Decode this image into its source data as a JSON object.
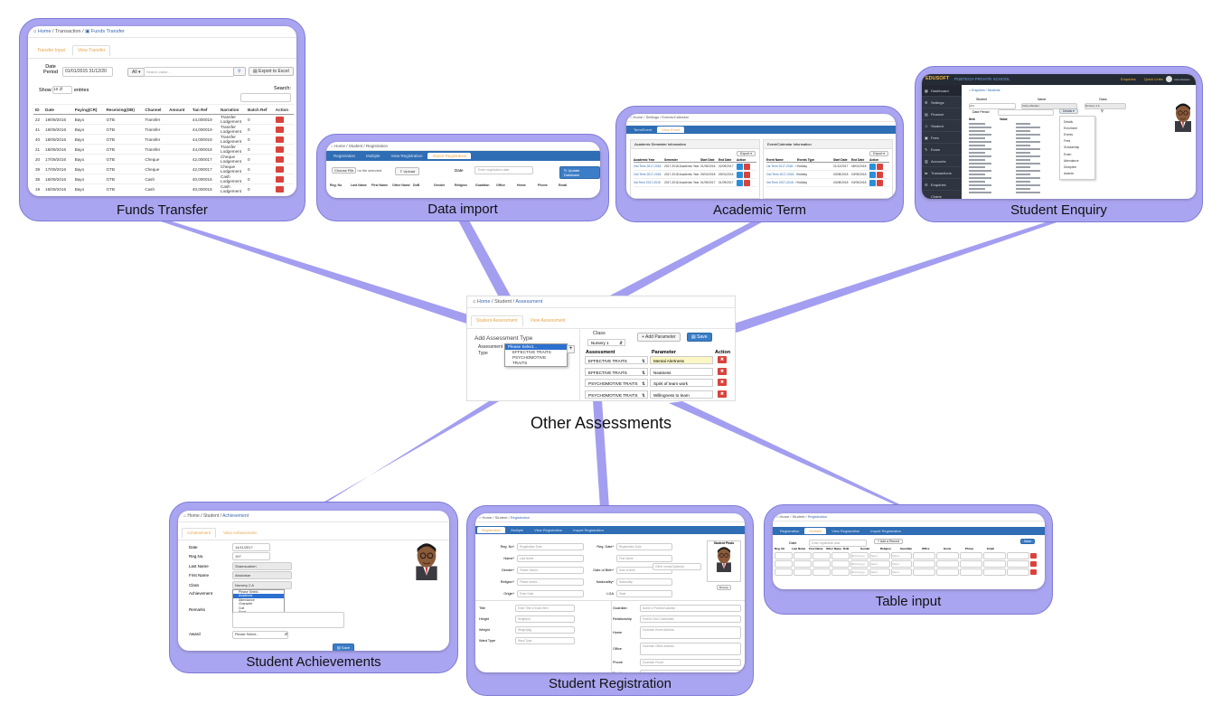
{
  "center": {
    "caption": "Other Assessments",
    "breadcrumb": {
      "home": "Home",
      "section": "Student",
      "page": "Assessment"
    },
    "tabs": [
      "Student Assessment",
      "View Assessment"
    ],
    "form_title": "Add Assessment Type",
    "assessment_type_label": "Assessment Type",
    "dropdown_options": [
      "Please Select...",
      "EFFECTIVE TRAITS",
      "PSYCHOMOTIVE TRAITS"
    ],
    "class_label": "Class",
    "class_value": "Nursery 1",
    "add_parameter_label": "+ Add Parameter",
    "save_label": "Save",
    "table_headers": [
      "Assessment",
      "Parameter",
      "Action"
    ],
    "rows": [
      {
        "assessment": "EFFECTIVE TRAITS",
        "parameter": "Mental Alertness"
      },
      {
        "assessment": "EFFECTIVE TRAITS",
        "parameter": "Neatness"
      },
      {
        "assessment": "PSYCHOMOTIVE TRAITS",
        "parameter": "Spirit of team work"
      },
      {
        "assessment": "PSYCHOMOTIVE TRAITS",
        "parameter": "Willingness to learn"
      }
    ]
  },
  "funds": {
    "caption": "Funds Transfer",
    "breadcrumb": {
      "home": "Home",
      "section": "Transaction",
      "page": "Funds Transfer"
    },
    "tabs": [
      "Transfer Input",
      "View Transfer"
    ],
    "date_period_label": "Date Period",
    "date_value": "01/01/2015 31/12/20",
    "all_label": "All",
    "search_placeholder": "Search value...",
    "export_label": "Export to Excel",
    "show_label": "Show",
    "show_value": "10",
    "entries_label": "entries",
    "search_label": "Search:",
    "headers": [
      "ID",
      "Date",
      "Paying(CR)",
      "Receiving(DB)",
      "Channel",
      "Amount",
      "Tan Ref",
      "Narration",
      "Batch Ref",
      "Action"
    ],
    "rows": [
      [
        "22",
        "19/09/2016",
        "Bayo",
        "GTB",
        "Transfer",
        "",
        "44,000019",
        "Transfer Lodgement",
        "0"
      ],
      [
        "41",
        "19/09/2016",
        "Bayo",
        "GTB",
        "Transfer",
        "",
        "44,000019",
        "Transfer Lodgement",
        "0"
      ],
      [
        "40",
        "18/09/2016",
        "Bayo",
        "GTB",
        "Transfer",
        "",
        "44,000018",
        "Transfer Lodgement",
        "0"
      ],
      [
        "21",
        "18/09/2016",
        "Bayo",
        "GTB",
        "Transfer",
        "",
        "44,000018",
        "Transfer Lodgement",
        "0"
      ],
      [
        "20",
        "17/09/2016",
        "Bayo",
        "GTB",
        "Cheque",
        "",
        "42,000017",
        "Cheque Lodgement",
        "0"
      ],
      [
        "39",
        "17/09/2016",
        "Bayo",
        "GTB",
        "Cheque",
        "",
        "42,000017",
        "Cheque Lodgement",
        "0"
      ],
      [
        "38",
        "16/09/2016",
        "Bayo",
        "GTB",
        "Cash",
        "",
        "40,000016",
        "Cash Lodgement",
        "0"
      ],
      [
        "19",
        "16/09/2016",
        "Bayo",
        "GTB",
        "Cash",
        "",
        "40,000016",
        "Cash Lodgement",
        "0"
      ]
    ]
  },
  "data_import": {
    "caption": "Data import",
    "breadcrumb": {
      "home": "Home",
      "section": "Student",
      "page": "Registration"
    },
    "tabs": [
      "Registration",
      "Multiple",
      "View Registration",
      "Import Registration"
    ],
    "choose_file": "Choose File",
    "no_file": "no file selected",
    "upload_label": "Upload",
    "date_label": "Date",
    "date_placeholder": "Enter registration date",
    "update_label": "Update Database",
    "columns": [
      "Reg. No",
      "Last Name",
      "First Name",
      "Other Name",
      "DoB",
      "Gender",
      "Religion",
      "Guardian",
      "Office",
      "Home",
      "Phone",
      "Email"
    ]
  },
  "academic_term": {
    "caption": "Academic Term",
    "breadcrumb": {
      "home": "Home",
      "section": "Settings",
      "page": "Events/Calendar"
    },
    "tabs": [
      "Term/Event",
      "View Event"
    ],
    "left_title": "Academic Semester Information",
    "right_title": "Event/Calendar Information",
    "export_label": "Export",
    "left_headers": [
      "Academic Year",
      "Semester",
      "Start Date",
      "End Date",
      "Action"
    ],
    "left_rows": [
      [
        "2nd Term 2017-2018",
        "2017-2018 Academic Year",
        "01/09/2016",
        "02/09/2017"
      ],
      [
        "2nd Term 2017-2018",
        "2017-2018 Academic Year",
        "09/01/2018",
        "09/01/2018"
      ],
      [
        "3rd Term 2017-2018",
        "2017-2018 Academic Year",
        "01/09/2017",
        "01/09/2017"
      ]
    ],
    "right_headers": [
      "Event Name",
      "Events Type",
      "Start Date",
      "End Date",
      "Action"
    ],
    "right_rows": [
      [
        "1st Term 2017-2018 - Holiday",
        "Holiday",
        "21/12/2017",
        "08/01/2018"
      ],
      [
        "2nd Term 2017-2018 - Holiday",
        "Holiday",
        "03/08/2018",
        "03/09/2018"
      ],
      [
        "3rd Term 2017-2018 - Holiday",
        "Holiday",
        "03/08/2018",
        "03/09/2018"
      ]
    ]
  },
  "student_enquiry": {
    "caption": "Student Enquiry",
    "brand": "EDUSOFT",
    "school": "PUBTECH PRIVATE SCHOOL",
    "top_links": [
      "Enquiries",
      "Quick Links"
    ],
    "admin": "Administrator",
    "sidebar": [
      "Dashboard",
      "Settings",
      "Finance",
      "Student",
      "Fees",
      "Exam",
      "Accounts",
      "Transactions",
      "Enquiries",
      "Charts"
    ],
    "breadcrumb": {
      "home": "Enquiries",
      "page": "Students"
    },
    "student_label": "Student",
    "name_label": "Name",
    "class_label": "Class",
    "student_value": "221",
    "name_value": "Vicky Abiodun",
    "class_value": "Nursery 1 A",
    "date_period_label": "Date Period",
    "details_label": "Details",
    "menu": [
      "Details",
      "Enrolment",
      "Events",
      "Fees",
      "Scholarship",
      "Exam",
      "Attendance",
      "Discipline",
      "Awards"
    ],
    "item_header": "Item",
    "value_header": "Value"
  },
  "achievements": {
    "caption": "Student Achievements",
    "breadcrumb": {
      "home": "Home",
      "section": "Student",
      "page": "Achievement"
    },
    "tabs": [
      "Achievement",
      "View Achievement"
    ],
    "fields": [
      {
        "label": "Date",
        "value": "14/11/2017"
      },
      {
        "label": "Reg.No.",
        "value": "197"
      },
      {
        "label": "Last Name",
        "value": "Shamsudeen"
      },
      {
        "label": "First Name",
        "value": "Abubakar"
      },
      {
        "label": "Class",
        "value": "Nursery 2 A"
      }
    ],
    "achievement_label": "Achievement",
    "achievement_options": [
      "Please Select...",
      "Academic",
      "Attendance",
      "Character",
      "Cult",
      "Sport"
    ],
    "remarks_label": "Remarks",
    "award_label": "Award",
    "award_value": "Please Select...",
    "save_label": "Save"
  },
  "registration": {
    "caption": "Student Registration",
    "breadcrumb": {
      "home": "Home",
      "section": "Student",
      "page": "Registration"
    },
    "tabs": [
      "Registration",
      "Multiple",
      "View Registration",
      "Import Registration"
    ],
    "left_fields": [
      {
        "label": "Reg. No*",
        "placeholder": "Registration Date"
      },
      {
        "label": "Name*",
        "placeholder": "Last Name"
      },
      {
        "label": "Gender*",
        "placeholder": "Please Select..."
      },
      {
        "label": "Religion*",
        "placeholder": "Please select..."
      },
      {
        "label": "Origin*",
        "placeholder": "Enter Date"
      }
    ],
    "mid_fields": [
      {
        "label": "Reg. Date*",
        "placeholder": "Registration Date"
      },
      {
        "label": "",
        "placeholder": "First Name"
      },
      {
        "label": "Date of Birth*",
        "placeholder": "Date of Birth"
      },
      {
        "label": "Nationality*",
        "placeholder": "Nationality"
      },
      {
        "label": "LGA",
        "placeholder": "State"
      }
    ],
    "other_name": "Other name(Optional)",
    "photo_label": "Student Photo",
    "browse_label": "Browse",
    "lower_left": [
      {
        "label": "Title",
        "placeholder": "Enter Title in Exam Item"
      },
      {
        "label": "Height",
        "placeholder": "Height(m)"
      },
      {
        "label": "Weight",
        "placeholder": "Weight(kg)"
      },
      {
        "label": "Ward Type",
        "placeholder": "Ward Type..."
      }
    ],
    "lower_right": [
      {
        "label": "Guardian",
        "placeholder": "Name of Parent/Guardian"
      },
      {
        "label": "Relationship",
        "placeholder": "Parent Child Credentials"
      },
      {
        "label": "Home",
        "placeholder": "Guardian Home Address"
      },
      {
        "label": "Office",
        "placeholder": "Guardian Office Address"
      },
      {
        "label": "Phone",
        "placeholder": "Guardian Phone"
      },
      {
        "label": "Email",
        "placeholder": "Guardian Email"
      }
    ]
  },
  "table_input": {
    "caption": "Table input",
    "breadcrumb": {
      "home": "Home",
      "section": "Student",
      "page": "Registration"
    },
    "tabs": [
      "Registration",
      "Multiple",
      "View Registration",
      "Import Registration"
    ],
    "date_label": "Date",
    "date_placeholder": "Enter registration date",
    "add_record": "+ Add a Record",
    "save_label": "Save",
    "columns": [
      "Reg. No",
      "Last Name",
      "First Name",
      "Other Name",
      "DoB",
      "Gender",
      "Religion",
      "Guardian",
      "Office",
      "Home",
      "Phone",
      "Email"
    ],
    "row_hint": "Select",
    "dob_hint": "dd/mm/yyyy"
  }
}
